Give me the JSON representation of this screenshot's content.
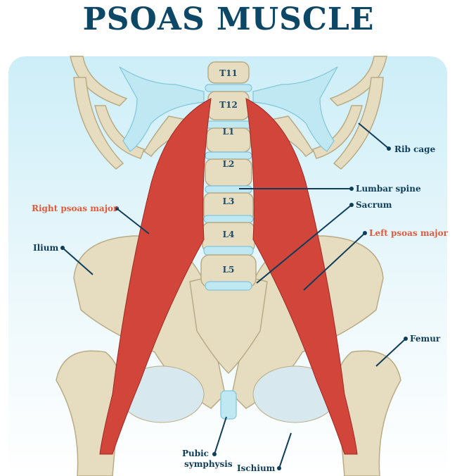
{
  "title": "PSOAS MUSCLE",
  "vertebrae": [
    "T11",
    "T12",
    "L1",
    "L2",
    "L3",
    "L4",
    "L5"
  ],
  "labels": {
    "rib_cage": "Rib cage",
    "lumbar_spine": "Lumbar spine",
    "sacrum": "Sacrum",
    "right_psoas_major": "Right psoas major",
    "left_psoas_major": "Left psoas major",
    "ilium": "Ilium",
    "femur": "Femur",
    "pubic_symphysis_line1": "Pubic",
    "pubic_symphysis_line2": "symphysis",
    "ischium": "Ischium"
  },
  "colors": {
    "title": "#0c4766",
    "label": "#0f3d5a",
    "muscle_label": "#e05a3c",
    "muscle": "#d2453b",
    "bone": "#e6dcbf",
    "cartilage": "#bfe8f3"
  }
}
